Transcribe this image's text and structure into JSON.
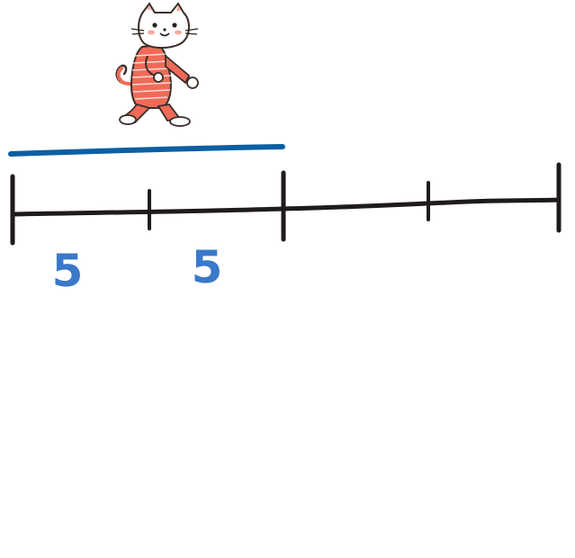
{
  "diagram": {
    "kind": "number-line",
    "segments": [
      {
        "label": "5"
      },
      {
        "label": "5"
      }
    ],
    "colors": {
      "line": "#1f1a1c",
      "progress_bar": "#0b5fa3",
      "labels": "#3a78c9",
      "cat_body": "#ef6b57",
      "cat_outline": "#3a2f2b"
    },
    "icons": {
      "walker": "cat-walking-icon"
    }
  }
}
